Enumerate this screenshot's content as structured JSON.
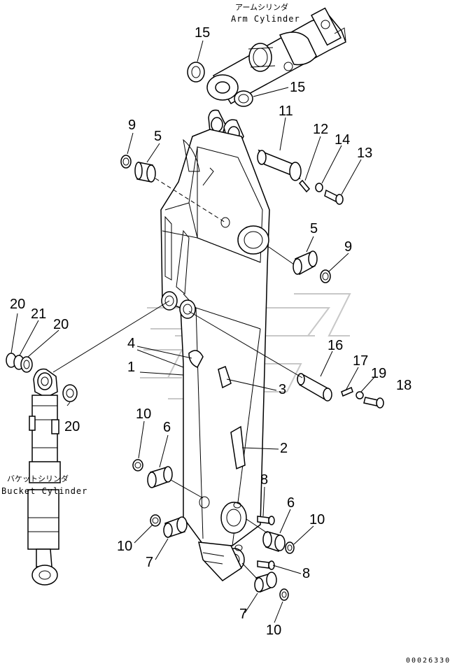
{
  "captions": {
    "arm_cylinder_jp": "アームシリンダ",
    "arm_cylinder_en": "Arm Cylinder",
    "bucket_cylinder_jp": "バケットシリンダ",
    "bucket_cylinder_en": "Bucket Cylinder"
  },
  "drawing_code": "00026330",
  "labels": {
    "p15a": "15",
    "p15b": "15",
    "p11": "11",
    "p9a": "9",
    "p5a": "5",
    "p12": "12",
    "p14": "14",
    "p13": "13",
    "p5b": "5",
    "p9b": "9",
    "p20a": "20",
    "p21": "21",
    "p20b": "20",
    "p4": "4",
    "p1": "1",
    "p16": "16",
    "p17": "17",
    "p19": "19",
    "p18": "18",
    "p3": "3",
    "p20c": "20",
    "p10a": "10",
    "p6a": "6",
    "p2": "2",
    "p8a": "8",
    "p6b": "6",
    "p10b": "10",
    "p10c": "10",
    "p7a": "7",
    "p8b": "8",
    "p7b": "7",
    "p10d": "10"
  }
}
